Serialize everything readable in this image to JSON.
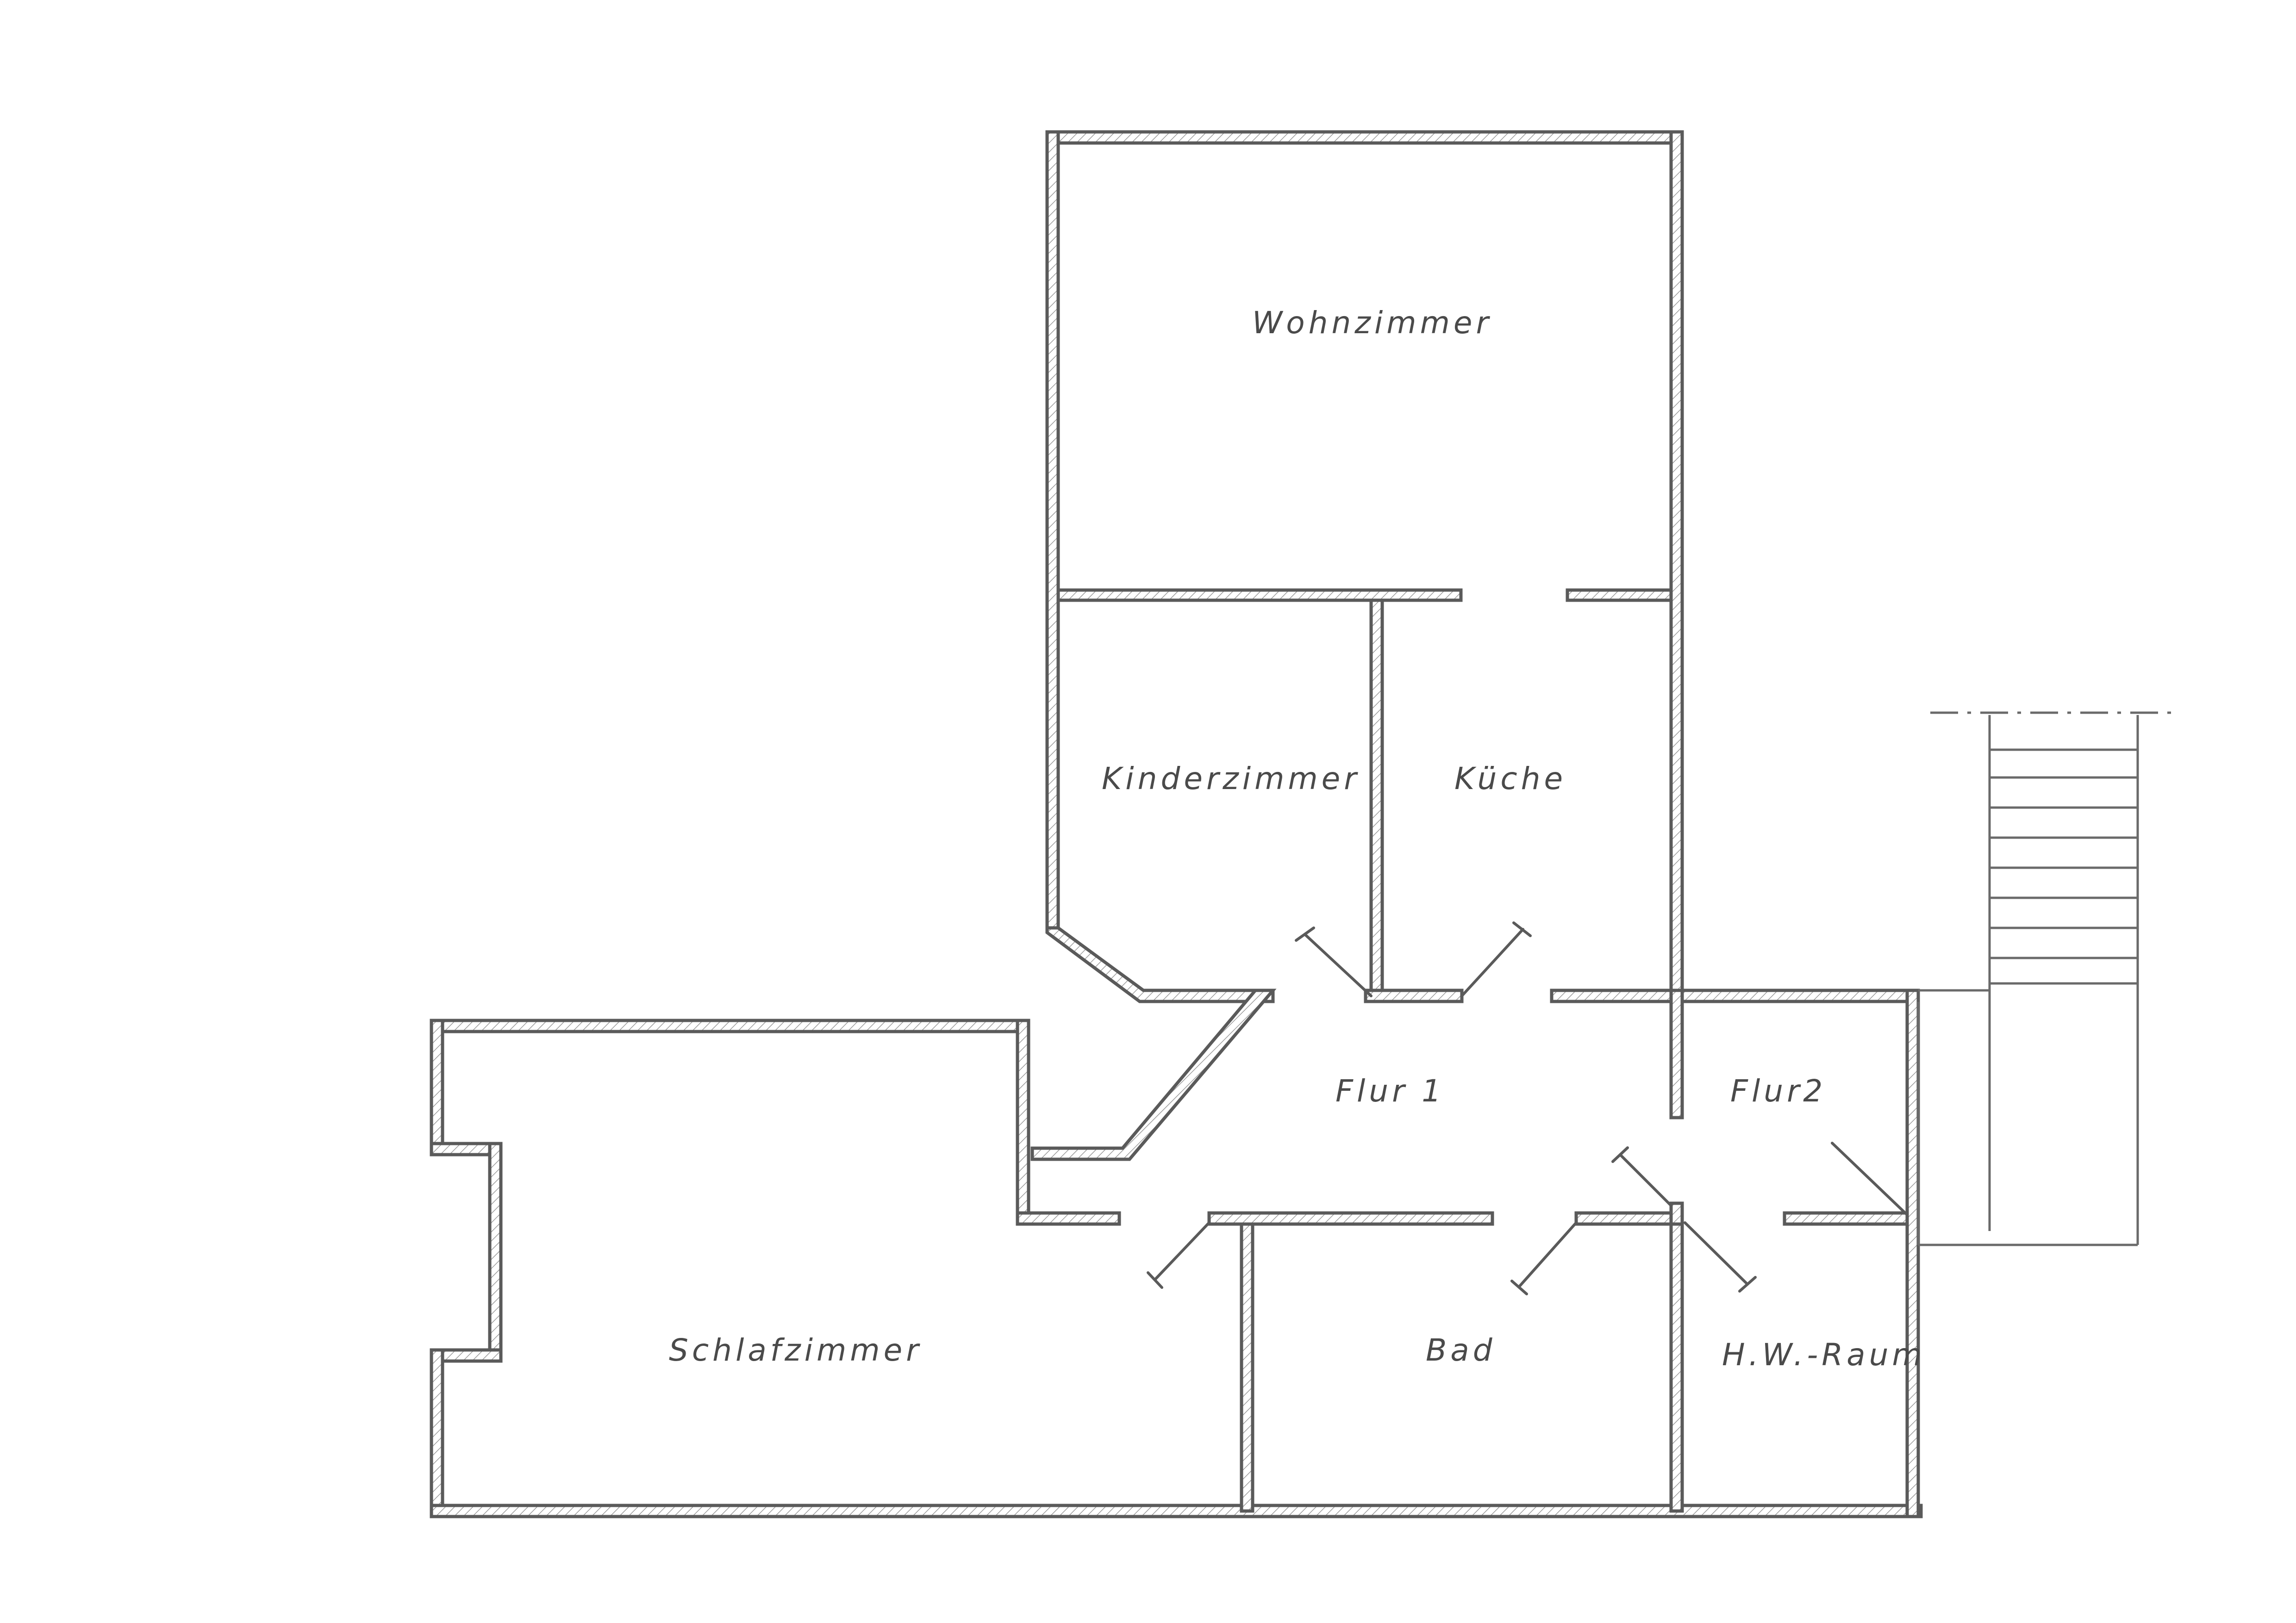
{
  "rooms": {
    "wohnzimmer": "Wohnzimmer",
    "kinderzimmer": "Kinderzimmer",
    "kueche": "Küche",
    "flur1": "Flur 1",
    "flur2": "Flur2",
    "schlafzimmer": "Schlafzimmer",
    "bad": "Bad",
    "hw_raum": "H.W.-Raum"
  },
  "colors": {
    "line": "#5a5a5a",
    "hatch": "#9a9a9a",
    "paper": "#ffffff"
  }
}
